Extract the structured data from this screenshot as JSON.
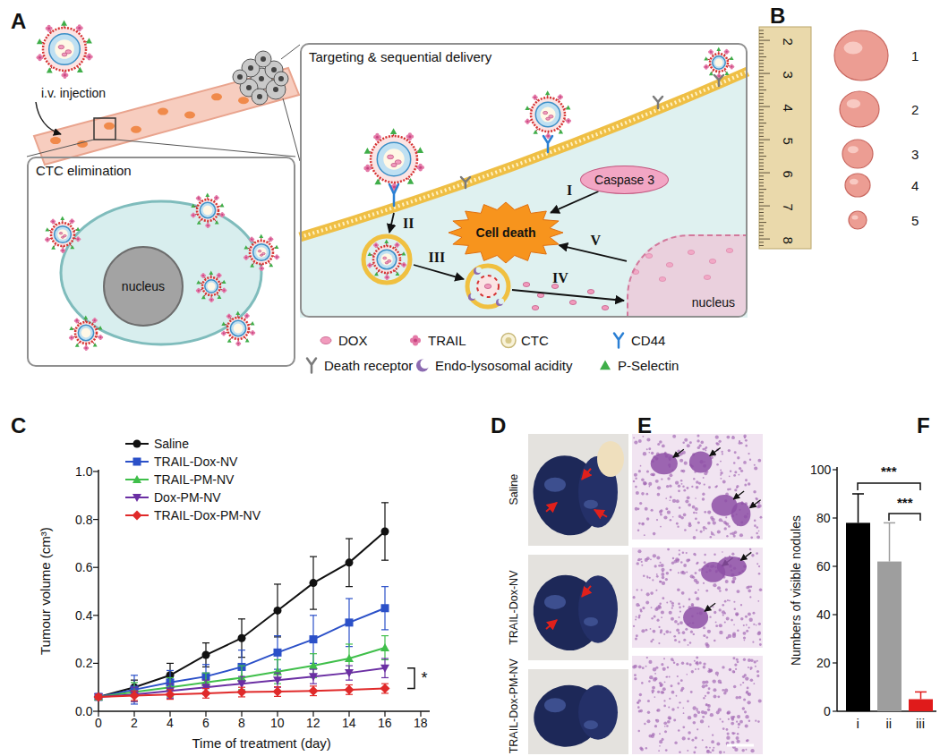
{
  "diagram": {
    "nodes": [
      {
        "text": [
          "Targeting & sequential delivery"
        ]
      },
      {
        "text": [
          "Caspase 3"
        ],
        "in": 0
      },
      {
        "text": [
          "Cell death"
        ],
        "in": 0
      },
      {
        "text": [
          "nucleus"
        ],
        "in": 0
      },
      {
        "text": [
          "CTC elimination"
        ]
      },
      {
        "text": [
          "nucleus"
        ],
        "in": 4
      }
    ],
    "edges": [
      {
        "from": 1,
        "to": 2,
        "label": "I",
        "arrow": "to"
      },
      {
        "from": 3,
        "to": 2,
        "label": "V",
        "arrow": "to"
      }
    ],
    "labels": [
      "A",
      "i.v. injection",
      "II",
      "III",
      "IV",
      "B",
      "2",
      "3",
      "4",
      "5",
      "6",
      "7",
      "8",
      "1",
      "2",
      "3",
      "4",
      "5",
      "C",
      "Tumour volume (cm³)",
      "Time of treatment (day)",
      "0.0",
      "0.2",
      "0.4",
      "0.6",
      "0.8",
      "1.0",
      "0",
      "2",
      "4",
      "6",
      "8",
      "10",
      "12",
      "14",
      "16",
      "18",
      "*",
      "D",
      "Saline",
      "TRAIL-Dox-NV",
      "TRAIL-Dox-PM-NV",
      "E",
      "F",
      "Numbers of visible nodules",
      "0",
      "20",
      "40",
      "60",
      "80",
      "100",
      "i",
      "ii",
      "iii",
      "***",
      "***"
    ],
    "legend": [
      {
        "text": "DOX"
      },
      {
        "text": "TRAIL"
      },
      {
        "text": "CTC"
      },
      {
        "text": "CD44"
      },
      {
        "text": "Death receptor"
      },
      {
        "text": "Endo-lysosomal acidity"
      },
      {
        "text": "P-Selectin"
      },
      {
        "text": "Saline"
      },
      {
        "text": "TRAIL-Dox-NV"
      },
      {
        "text": "TRAIL-PM-NV"
      },
      {
        "text": "Dox-PM-NV"
      },
      {
        "text": "TRAIL-Dox-PM-NV"
      }
    ]
  }
}
